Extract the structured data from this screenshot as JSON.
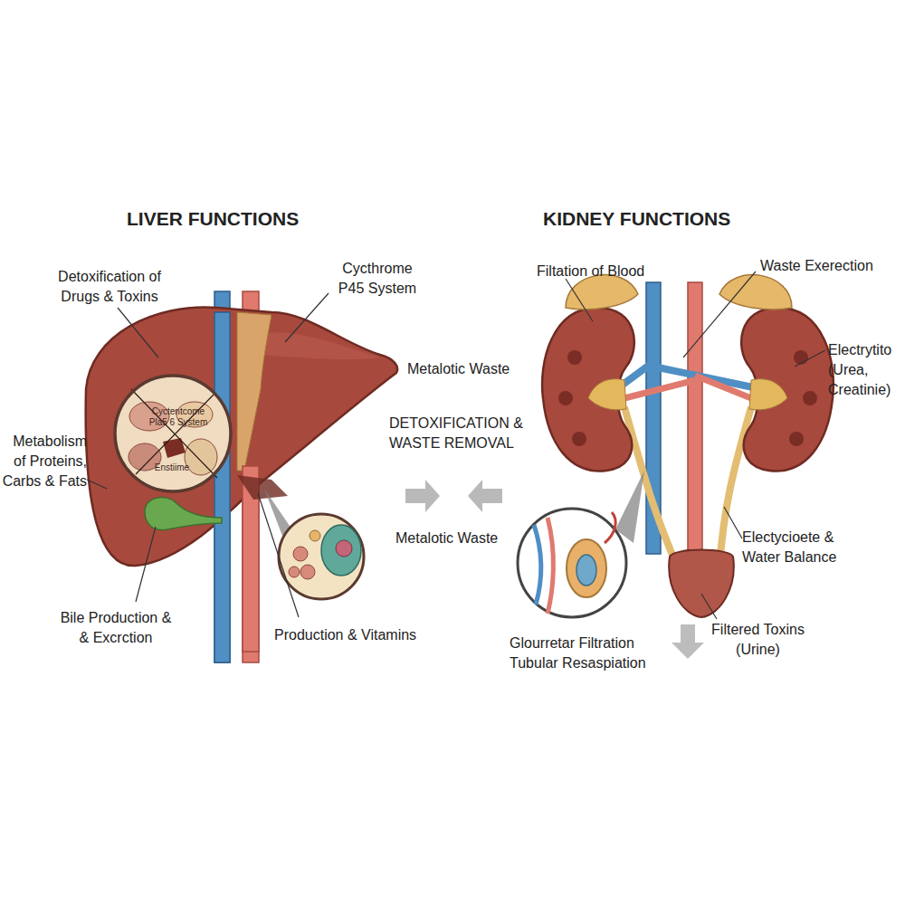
{
  "diagram": {
    "nodes": [
      {
        "text": [
          "Cyctentcome Pla5 6 System",
          "Enstiime"
        ]
      }
    ],
    "labels": [
      "LIVER FUNCTIONS",
      "Detoxification of Drugs & Toxins",
      "Cycthrome P45 System",
      "KIDNEY FUNCTIONS",
      "Filtation of Blood",
      "Waste Exerection",
      "Electrytito (Urea, Creatinie)",
      "Metalotic Waste",
      "DETOXIFICATION & WASTE REMOVAL",
      "Metabolism of Proteins, Carbs & Fats",
      "Metalotic Waste",
      "Electycioete & Water Balance",
      "Bile Production & & Excrction",
      "Production & Vitamins",
      "Filtered Toxins (Urine)",
      "Glourretar Filtration Tubular Resaspiation"
    ]
  }
}
